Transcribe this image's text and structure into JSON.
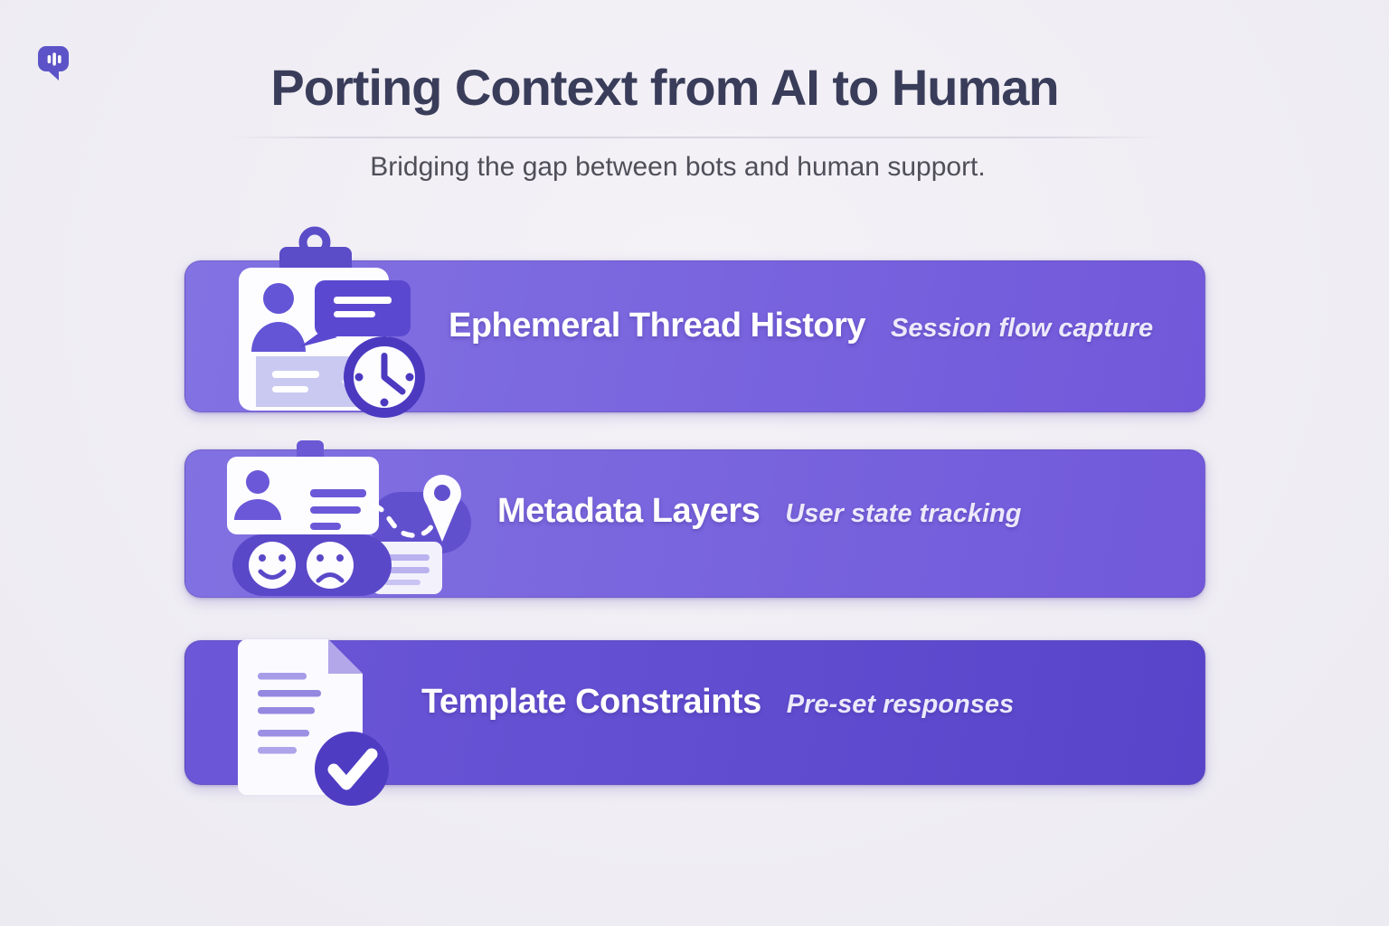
{
  "header": {
    "title": "Porting Context from AI to Human",
    "subtitle": "Bridging the gap between bots and human support."
  },
  "logo": {
    "icon": "chat-bubble-equalizer-icon",
    "color": "#5b53c7"
  },
  "colors": {
    "background": "#f0eef4",
    "title_text": "#3a3d5a",
    "subtitle_text": "#4f4f59",
    "banner_text": "#ffffff",
    "banner_subtext": "#ece9fb",
    "dark_accent": "#4b3ac0",
    "light_accent": "#c9c9f2"
  },
  "rows": [
    {
      "title": "Ephemeral Thread History",
      "subtitle": "Session flow capture",
      "icons": [
        "clipboard-icon",
        "user-avatar-icon",
        "chat-bubble-icon",
        "note-ribbon-icon",
        "clock-icon"
      ],
      "gradient_start": "#8272e2",
      "gradient_end": "#7158da"
    },
    {
      "title": "Metadata Layers",
      "subtitle": "User state tracking",
      "icons": [
        "id-card-icon",
        "user-avatar-icon",
        "dashed-route-icon",
        "location-pin-icon",
        "happy-face-icon",
        "sad-face-icon",
        "notes-card-icon"
      ],
      "gradient_start": "#8171e1",
      "gradient_end": "#7159da"
    },
    {
      "title": "Template Constraints",
      "subtitle": "Pre-set responses",
      "icons": [
        "document-icon",
        "checkmark-badge-icon"
      ],
      "gradient_start": "#6b57d7",
      "gradient_end": "#5744c9"
    }
  ]
}
